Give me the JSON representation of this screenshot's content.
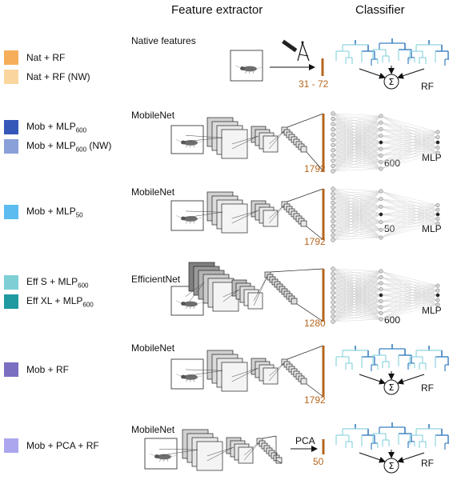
{
  "headers": {
    "feature_extractor": "Feature extractor",
    "classifier": "Classifier"
  },
  "legend": [
    {
      "id": "nat_rf",
      "text": "Nat + RF",
      "sub": "",
      "suffix": "",
      "color": "#f6ae5b"
    },
    {
      "id": "nat_rf_nw",
      "text": "Nat + RF (NW)",
      "sub": "",
      "suffix": "",
      "color": "#fad59e"
    },
    {
      "id": "mob_mlp600",
      "text": "Mob + MLP",
      "sub": "600",
      "suffix": "",
      "color": "#3558b8"
    },
    {
      "id": "mob_mlp600_nw",
      "text": "Mob + MLP",
      "sub": "600",
      "suffix": " (NW)",
      "color": "#8aa0d9"
    },
    {
      "id": "mob_mlp50",
      "text": "Mob + MLP",
      "sub": "50",
      "suffix": "",
      "color": "#5cbcf0"
    },
    {
      "id": "effs_mlp600",
      "text": "Eff S + MLP",
      "sub": "600",
      "suffix": "",
      "color": "#7dcfd5"
    },
    {
      "id": "effxl_mlp600",
      "text": "Eff XL + MLP",
      "sub": "600",
      "suffix": "",
      "color": "#1e9aa0"
    },
    {
      "id": "mob_rf",
      "text": "Mob + RF",
      "sub": "",
      "suffix": "",
      "color": "#7a6fc1"
    },
    {
      "id": "mob_pca_rf",
      "text": "Mob + PCA + RF",
      "sub": "",
      "suffix": "",
      "color": "#aba6ee"
    }
  ],
  "rows": [
    {
      "title": "Native features",
      "dim": "31 - 72",
      "classifier": "RF",
      "hidden": ""
    },
    {
      "title": "MobileNet",
      "dim": "1792",
      "classifier": "MLP",
      "hidden": "600"
    },
    {
      "title": "MobileNet",
      "dim": "1792",
      "classifier": "MLP",
      "hidden": "50"
    },
    {
      "title": "EfficientNet",
      "dim": "1280",
      "classifier": "MLP",
      "hidden": "600"
    },
    {
      "title": "MobileNet",
      "dim": "1792",
      "classifier": "RF",
      "hidden": ""
    },
    {
      "title": "MobileNet",
      "dim": "50",
      "classifier": "RF",
      "hidden": "",
      "extra": "PCA"
    }
  ],
  "sum_symbol": "Σ",
  "colors": {
    "accent": "#b5651d",
    "tree_light": "#8fd4e0",
    "tree_dark": "#3a7fc0"
  }
}
